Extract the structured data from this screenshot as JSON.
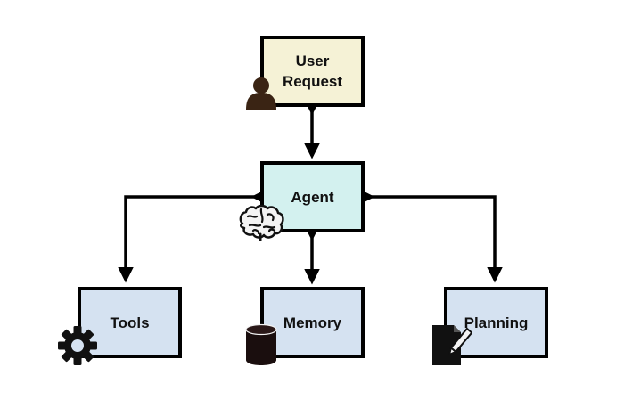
{
  "nodes": {
    "user_request": {
      "line1": "User",
      "line2": "Request"
    },
    "agent": {
      "label": "Agent"
    },
    "tools": {
      "label": "Tools"
    },
    "memory": {
      "label": "Memory"
    },
    "planning": {
      "label": "Planning"
    }
  },
  "icons": {
    "user_request": "person-icon",
    "agent": "brain-icon",
    "tools": "gear-icon",
    "memory": "database-icon",
    "planning": "document-pen-icon"
  },
  "colors": {
    "user_request_fill": "#f5f2d6",
    "agent_fill": "#d3f1ef",
    "module_fill": "#d5e2f1",
    "border": "#000000",
    "person_icon": "#3a2414"
  }
}
